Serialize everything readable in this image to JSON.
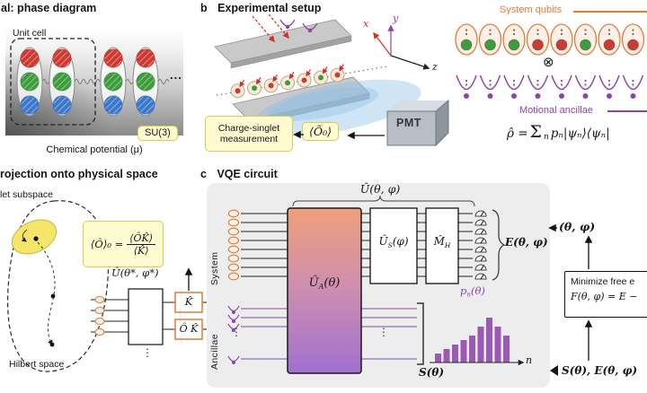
{
  "colors": {
    "orange": "#e07b39",
    "purple": "#8e44ad",
    "red": "#cc3b33",
    "green": "#3e9c3e",
    "blue": "#3c77c9",
    "yellow_bg": "#fffbd0",
    "yellow_border": "#d8cc52",
    "gray_panel": "#ededed"
  },
  "panel_a": {
    "title": "al: phase diagram",
    "unit_cell_label": "Unit cell",
    "site_pattern": [
      "red",
      "green",
      "blue"
    ],
    "dots": "...",
    "su3_label": "SU(3)",
    "axis_label": "Chemical potential (μ)"
  },
  "panel_b": {
    "label": "b",
    "title": "Experimental setup",
    "ion_colors": [
      "red",
      "green",
      "red",
      "green",
      "red",
      "green",
      "red"
    ],
    "axis_x": "x",
    "axis_y": "y",
    "axis_z": "z",
    "pmt_label": "PMT",
    "measurement_line1": "Charge-singlet",
    "measurement_line2": "measurement",
    "observable": "⟨Õ₀⟩"
  },
  "qubit_panel": {
    "system_label": "System qubits",
    "system_colors": [
      "green",
      "green",
      "green",
      "red",
      "red",
      "green",
      "red",
      "red"
    ],
    "tensor_symbol": "⊗",
    "ancilla_count": 8,
    "motional_label": "Motional ancillae",
    "density": {
      "lhs": "ρ̂ =",
      "sum": "Σ",
      "sum_sub": "n",
      "rhs": "pₙ|ψₙ⟩⟨ψₙ|"
    }
  },
  "panel_d": {
    "title": "rojection onto physical space",
    "subspace_label": "let subspace",
    "hilbert_label": "Hilbert space",
    "formula": {
      "lhs": "⟨Ô⟩₀ =",
      "numerator": "⟨ÔK̂⟩",
      "denominator": "⟨K̂⟩"
    },
    "unitary_label": "Û(θ*, φ*)",
    "k_label": "K̂",
    "ok_label": "Ô K̂",
    "params_label": "(θ*, φ*)",
    "vdots": "⋮"
  },
  "panel_c": {
    "label": "c",
    "title": "VQE circuit",
    "unitary_top": "Û(θ, φ)",
    "system_label": "System",
    "ancillae_label": "Ancillae",
    "system_wire_count": 8,
    "ua": {
      "base": "Û",
      "sub": "A",
      "arg": "(θ)"
    },
    "us": {
      "base": "Û",
      "sub": "S",
      "arg": "(φ)"
    },
    "mh": {
      "base": "M̂",
      "sub": "H"
    },
    "energy_label": "E(θ, φ)",
    "pn": {
      "base": "p",
      "sub": "n",
      "arg": "(θ)"
    },
    "histogram_values": [
      2,
      3,
      4,
      5,
      6,
      8,
      10,
      8,
      6
    ],
    "n_axis_label": "n",
    "entropy_label": "S(θ)",
    "params_label": "(θ, φ)",
    "minimize_line1": "Minimize free e",
    "minimize_line2": "F(θ, φ) = E −",
    "outputs_label": "S(θ), E(θ, φ)",
    "vdots": "⋮"
  }
}
